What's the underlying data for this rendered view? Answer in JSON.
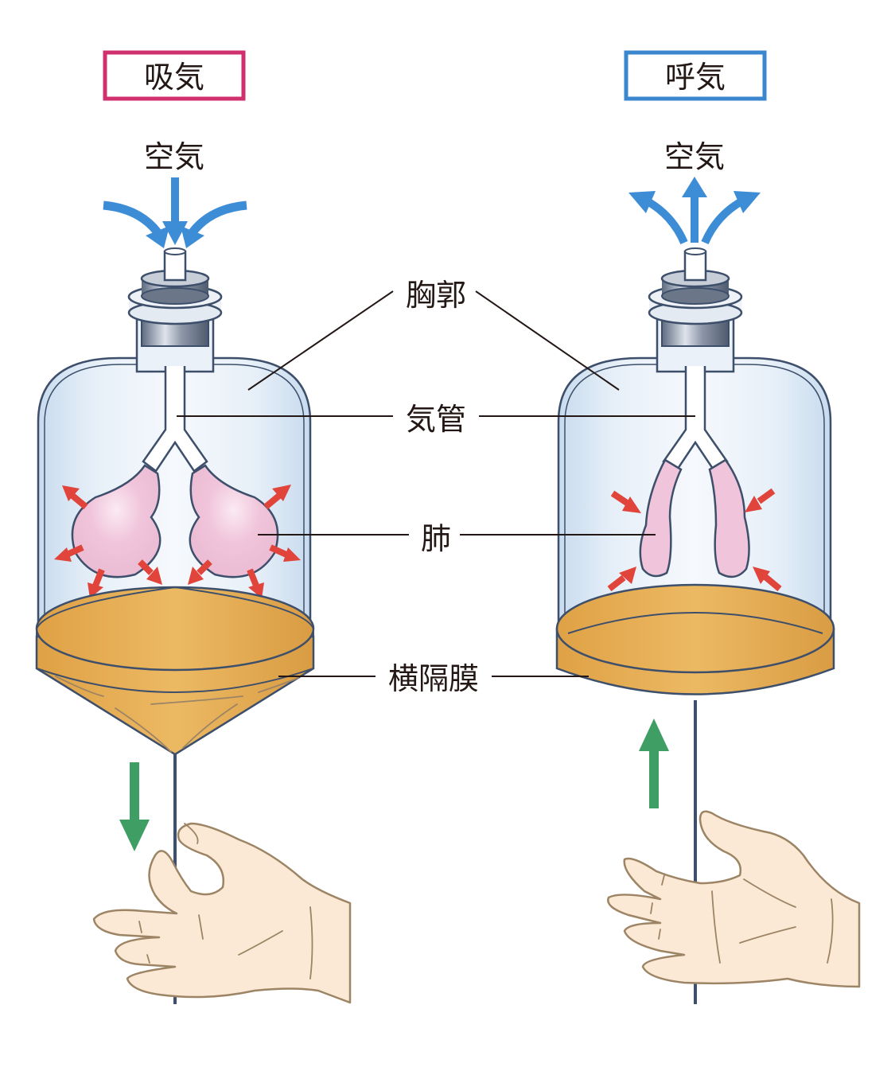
{
  "panels": {
    "inhale": {
      "title": "吸気",
      "title_border_color": "#d0306e",
      "air_label": "空気",
      "air_direction": "in",
      "lung_state": "inflated",
      "pull_direction": "down"
    },
    "exhale": {
      "title": "呼気",
      "title_border_color": "#3a87cf",
      "air_label": "空気",
      "air_direction": "out",
      "lung_state": "deflated",
      "pull_direction": "up"
    }
  },
  "labels": {
    "thorax": "胸郭",
    "trachea": "気管",
    "lung": "肺",
    "diaphragm": "横隔膜"
  },
  "colors": {
    "air_arrow": "#3d8dd6",
    "pressure_arrow": "#e0443a",
    "movement_arrow": "#3f9e64",
    "lung": "#f0c4da",
    "diaphragm": "#e9ad50",
    "outline": "#3d4f6b"
  }
}
